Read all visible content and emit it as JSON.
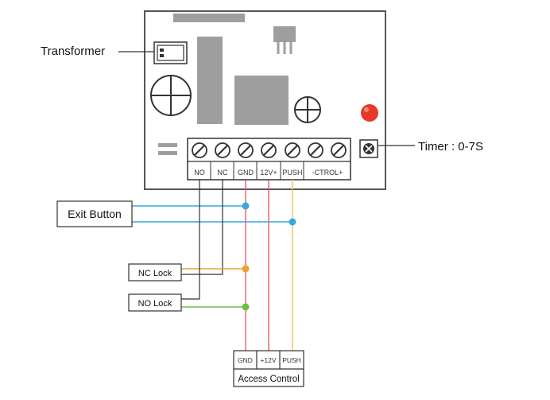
{
  "callouts": {
    "transformer": "Transformer",
    "timer": "Timer : 0-7S"
  },
  "terminals": [
    "NO",
    "NC",
    "GND",
    "12V+",
    "PUSH",
    "-CTROL+"
  ],
  "boxes": {
    "exit_button": "Exit Button",
    "nc_lock": "NC Lock",
    "no_lock": "NO Lock"
  },
  "access_control": {
    "title": "Access Control",
    "pins": [
      "GND",
      "+12V",
      "PUSH"
    ]
  },
  "colors": {
    "board_stroke": "#555555",
    "component_gray": "#9e9e9e",
    "led_red": "#e8382b",
    "wire_red": "#e85a6a",
    "wire_yellow": "#e9c25a",
    "wire_blue": "#3aa8dc",
    "wire_orange": "#f0a030",
    "wire_green": "#6cbf45",
    "wire_black": "#333333"
  }
}
